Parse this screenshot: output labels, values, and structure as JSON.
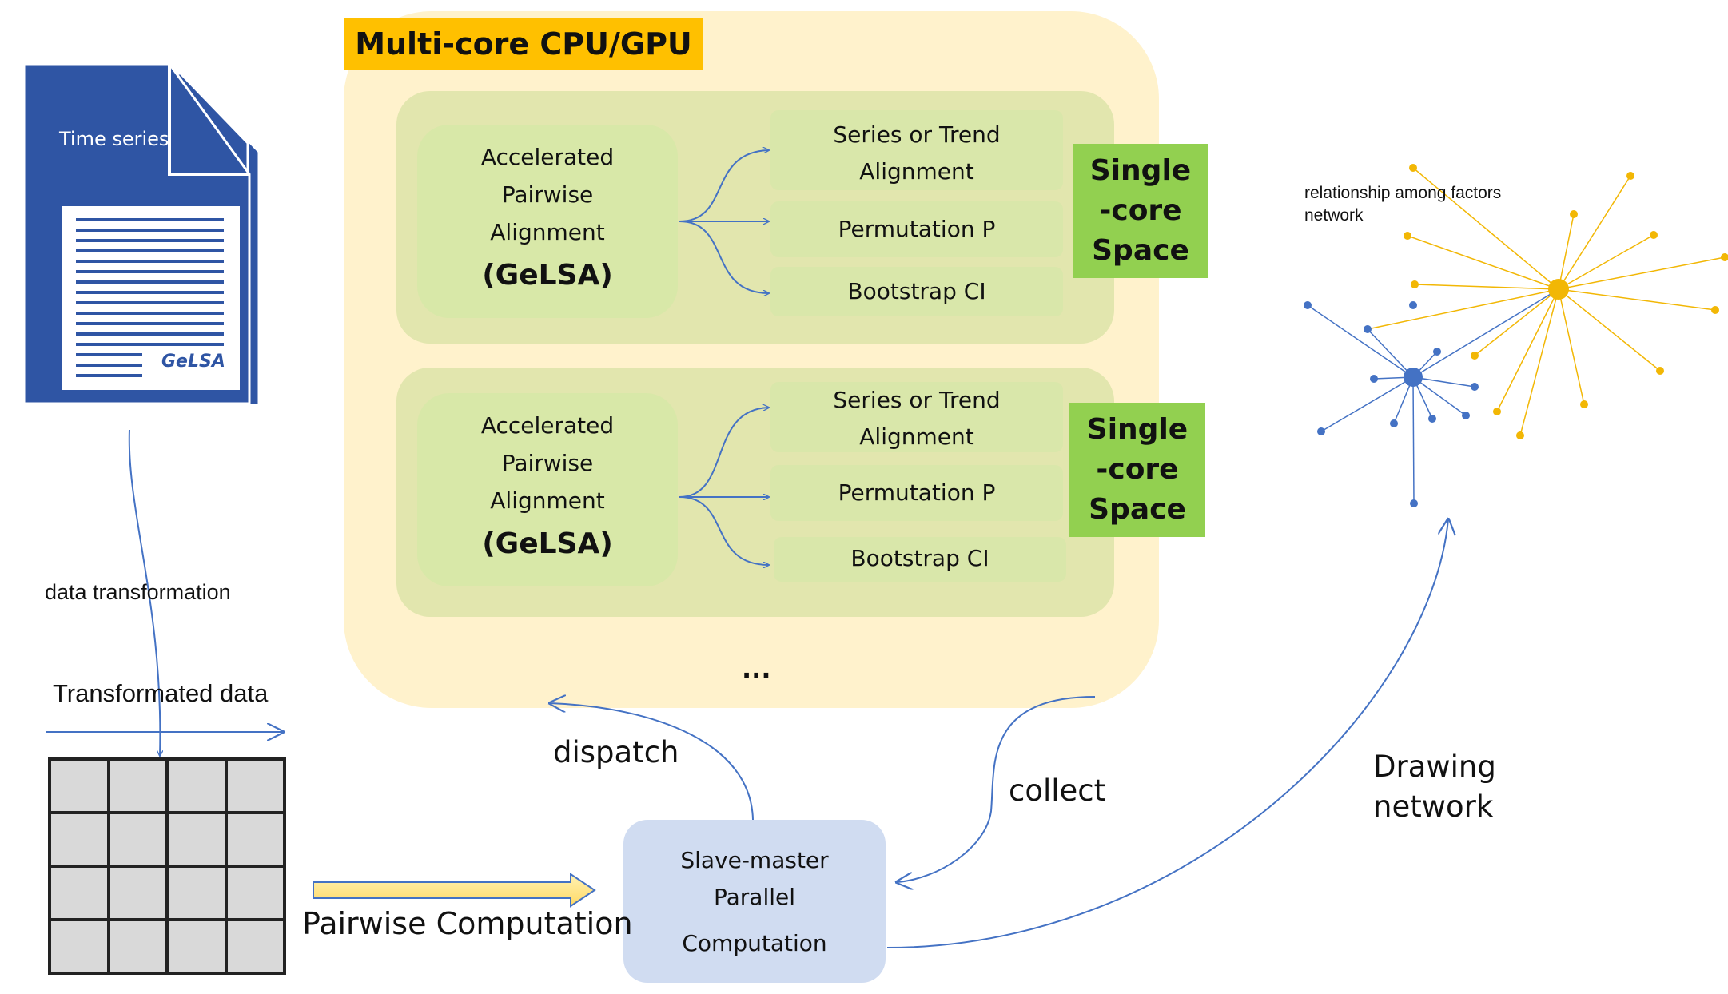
{
  "colors": {
    "outer_panel": "#fff2cc",
    "title_tag": "#ffc000",
    "group_panel": "#e2e6ae",
    "single_core": "#92d050",
    "master_box": "#d0dcf1",
    "arrow": "#4472c4",
    "doc_blue": "#2f55a4",
    "network_blue": "#4472c4",
    "network_yellow": "#f2b705"
  },
  "documents": {
    "title": "Time series",
    "watermark": "GeLSA"
  },
  "labels": {
    "data_transformation": "data transformation",
    "transformated_data": "Transformated data",
    "pairwise_computation": "Pairwise Computation",
    "dispatch": "dispatch",
    "collect": "collect",
    "drawing_network_line1": "Drawing",
    "drawing_network_line2": "network",
    "network_caption_line1": "relationship among factors",
    "network_caption_line2": "network"
  },
  "panel": {
    "title": "Multi-core CPU/GPU",
    "ellipsis": "...",
    "groups": [
      {
        "gelsa": [
          "Accelerated",
          "Pairwise",
          "Alignment",
          "(GeLSA)"
        ],
        "tasks": [
          "Series or Trend",
          "Alignment",
          "Permutation P",
          "Bootstrap CI"
        ],
        "single_core": [
          "Single",
          "-core",
          "Space"
        ]
      },
      {
        "gelsa": [
          "Accelerated",
          "Pairwise",
          "Alignment",
          "(GeLSA)"
        ],
        "tasks": [
          "Series or Trend",
          "Alignment",
          "Permutation P",
          "Bootstrap CI"
        ],
        "single_core": [
          "Single",
          "-core",
          "Space"
        ]
      }
    ]
  },
  "master": {
    "lines": [
      "Slave-master",
      "Parallel",
      "Computation"
    ]
  },
  "icons": {
    "document_stack": "document-stack-icon",
    "data_grid": "data-grid-icon",
    "network": "network-graph-icon"
  }
}
